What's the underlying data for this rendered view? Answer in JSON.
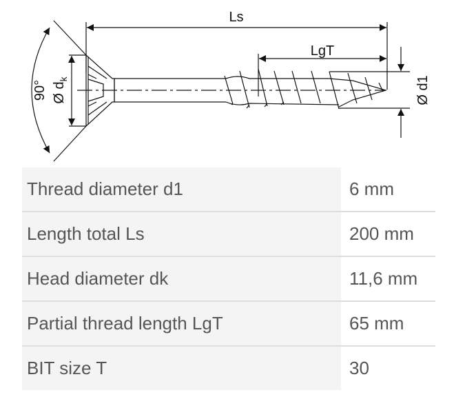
{
  "drawing": {
    "labels": {
      "ls": "Ls",
      "lgt": "LgT",
      "d1": "Ø d1",
      "angle": "90°",
      "dk_prefix": "Ø d",
      "dk_sub": "k"
    }
  },
  "specs": [
    {
      "label": "Thread diameter d1",
      "value": "6 mm"
    },
    {
      "label": "Length total Ls",
      "value": "200 mm"
    },
    {
      "label": "Head diameter dk",
      "value": "11,6 mm"
    },
    {
      "label": "Partial thread length LgT",
      "value": "65 mm"
    },
    {
      "label": "BIT size T",
      "value": "30"
    }
  ]
}
